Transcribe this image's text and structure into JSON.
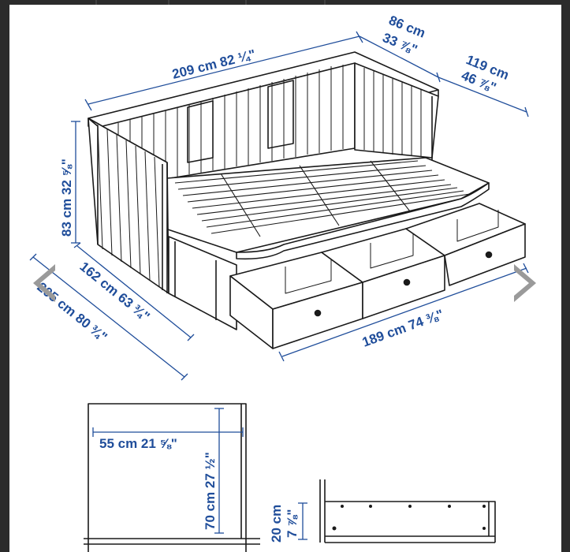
{
  "colors": {
    "dimension": "#1f4d9a",
    "line": "#1a1a1a",
    "nav": "#9a9a9a",
    "background": "#2b2b2b"
  },
  "icons": {
    "prev": "chevron-left-icon",
    "next": "chevron-right-icon"
  },
  "dimensions": {
    "length": "209 cm 82 ¼\"",
    "depth_cm": "86 cm",
    "depth_in": "33 ⅞\"",
    "extended_cm": "119 cm",
    "extended_in": "46 ⅞\"",
    "height": "83 cm 32 ⅝\"",
    "width_closed": "162 cm 63 ¾\"",
    "width_open": "205 cm 80 ¾\"",
    "drawer_span": "189 cm 74 ⅜\"",
    "drawer_width": "55 cm 21 ⅝\"",
    "drawer_depth": "70 cm 27 ½\"",
    "drawer_height_cm": "20 cm",
    "drawer_height_in": "7 ⅞\""
  }
}
